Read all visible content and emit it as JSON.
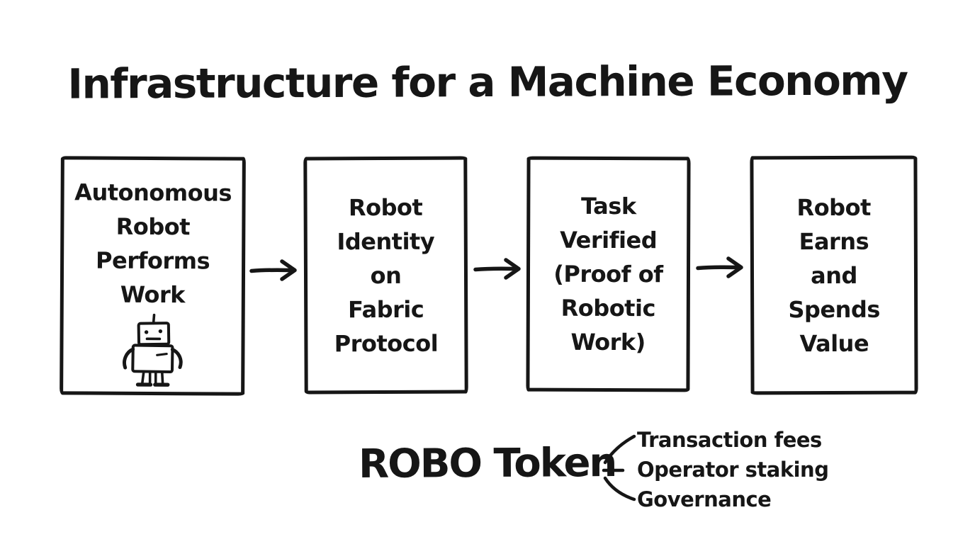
{
  "title": "Infrastructure for a Machine Economy",
  "flow": {
    "boxes": [
      {
        "lines": [
          "Autonomous",
          "Robot",
          "Performs",
          "Work"
        ],
        "icon": "robot-doodle"
      },
      {
        "lines": [
          "Robot",
          "Identity",
          "on",
          "Fabric",
          "Protocol"
        ]
      },
      {
        "lines": [
          "Task",
          "Verified",
          "(Proof of",
          "Robotic",
          "Work)"
        ]
      },
      {
        "lines": [
          "Robot",
          "Earns",
          "and",
          "Spends",
          "Value"
        ]
      }
    ],
    "connector_icon": "arrow-right"
  },
  "token": {
    "label": "ROBO Token",
    "branch_icon": "three-branch-lines",
    "uses": [
      "Transaction fees",
      "Operator staking",
      "Governance"
    ]
  },
  "colors": {
    "ink": "#161616",
    "background": "#ffffff"
  }
}
